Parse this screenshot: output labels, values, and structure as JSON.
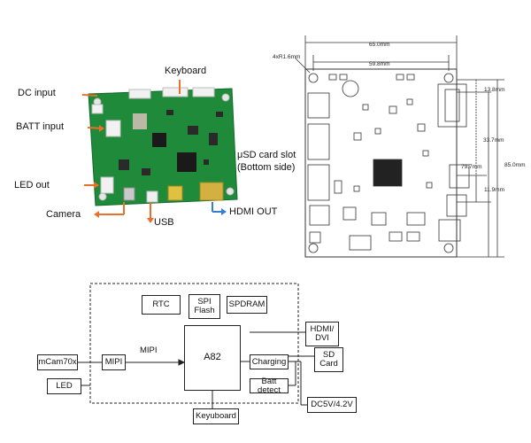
{
  "photo": {
    "labels": {
      "dc_input": "DC input",
      "batt_input": "BATT input",
      "led_out": "LED out",
      "camera": "Camera",
      "keyboard": "Keyboard",
      "usd_slot_line1": "μSD card slot",
      "usd_slot_line2": "(Bottom side)",
      "usb": "USB",
      "hdmi_out": "HDMI OUT"
    },
    "colors": {
      "board": "#1e8a3a",
      "arrow_orange": "#e8702a",
      "arrow_blue": "#3a7bd5"
    }
  },
  "drawing": {
    "dimensions": {
      "width_total": "65.0mm",
      "width_holes": "59.8mm",
      "hole_spec": "4xR1.6mm",
      "height_top": "13.8mm",
      "height_mid": "33.7mm",
      "height_total": "85.0mm",
      "height_inner": "79.7mm",
      "height_low": "11.9mm"
    }
  },
  "block": {
    "rtc": "RTC",
    "spi_flash_line1": "SPI",
    "spi_flash_line2": "Flash",
    "spdram": "SPDRAM",
    "soc": "A82",
    "mipi_in": "MIPI",
    "mipi_label": "MIPI",
    "camera_module": "mCam70x",
    "led": "LED",
    "hdmi_line1": "HDMI/",
    "hdmi_line2": "DVI",
    "sd_line1": "SD",
    "sd_line2": "Card",
    "charging": "Charging",
    "batt_detect": "Batt detect",
    "power": "DC5V/4.2V",
    "keyboard": "Keyuboard"
  }
}
